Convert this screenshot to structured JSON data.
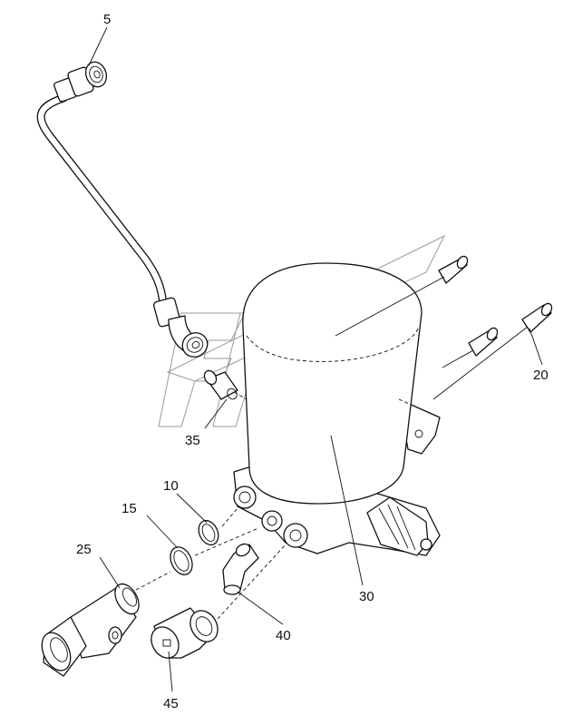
{
  "callouts": {
    "c5": "5",
    "c10": "10",
    "c15": "15",
    "c20": "20",
    "c25": "25",
    "c30": "30",
    "c35": "35",
    "c40": "40",
    "c45": "45"
  },
  "colors": {
    "line": "#111111",
    "watermark": "#9a9a9a",
    "background": "#ffffff"
  }
}
